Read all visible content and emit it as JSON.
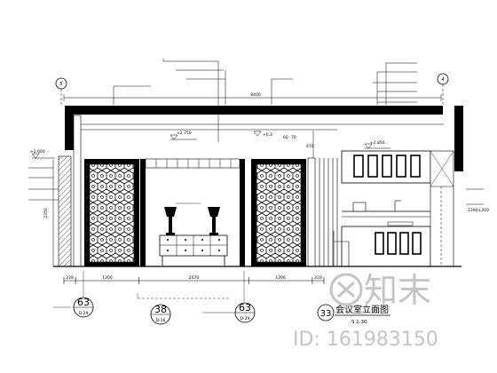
{
  "grid_axes": {
    "left": "5",
    "right": "4"
  },
  "dimensions": {
    "top_overall": "8400",
    "bottom": [
      "220",
      "1200",
      "2070",
      "1200",
      "220"
    ],
    "ceiling_step": "470",
    "small_a": "60",
    "small_b": "70",
    "left_height": "2350",
    "right_detail": "2390±350"
  },
  "levels": {
    "left_mark": "+2.600",
    "center_mark": "+2.750",
    "right_mark": "+2.850",
    "small_mark": "+0.2"
  },
  "callouts": [
    {
      "bubble": "63",
      "sub": "D-29"
    },
    {
      "bubble": "38",
      "sub": "D-16"
    },
    {
      "bubble": "63",
      "sub": "D-29"
    }
  ],
  "title": {
    "number": "33",
    "text": "会议室立面图",
    "scale": "S 1:30"
  },
  "watermark": {
    "logo_text": "知末",
    "id_text": "ID: 161983150"
  }
}
